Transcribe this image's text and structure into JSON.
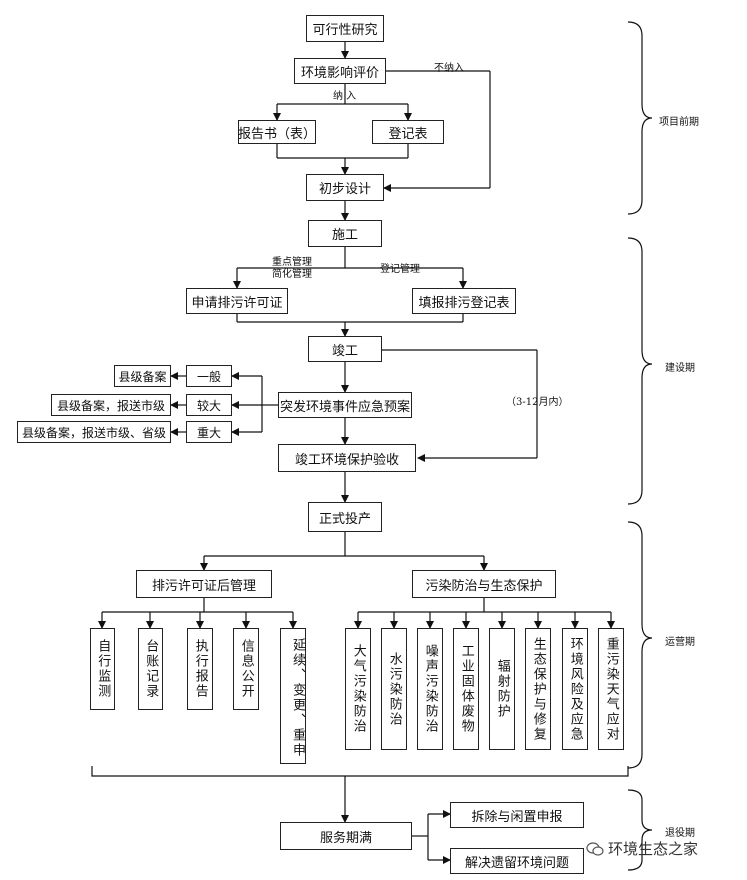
{
  "boxes": {
    "feasibility": "可行性研究",
    "eia": "环境影响评价",
    "report_book": "报告书（表）",
    "registration_form": "登记表",
    "preliminary_design": "初步设计",
    "construction": "施工",
    "apply_permit": "申请排污许可证",
    "fill_registration": "填报排污登记表",
    "completion": "竣工",
    "county_filing": "县级备案",
    "county_city": "县级备案，报送市级",
    "county_city_province": "县级备案，报送市级、省级",
    "general": "一般",
    "larger": "较大",
    "major": "重大",
    "emergency_plan": "突发环境事件应急预案",
    "acceptance": "竣工环境保护验收",
    "production": "正式投产",
    "permit_management": "排污许可证后管理",
    "pollution_control": "污染防治与生态保护",
    "service_expiry": "服务期满",
    "demolition": "拆除与闲置申报",
    "legacy_issues": "解决遗留环境问题"
  },
  "permit_items": [
    "自行监测",
    "台账记录",
    "执行报告",
    "信息公开",
    "延续、变更、重申"
  ],
  "pollution_items": [
    "大气污染防治",
    "水污染防治",
    "噪声污染防治",
    "工业固体废物",
    "辐射防护",
    "生态保护与修复",
    "环境风险及应急",
    "重污染天气应对"
  ],
  "labels": {
    "not_included": "不纳入",
    "included": "纳 入",
    "key_management": "重点管理",
    "simplified_management": "简化管理",
    "registration_management": "登记管理",
    "months": "（3-12月内）"
  },
  "phases": {
    "pre_project": "项目前期",
    "construction": "建设期",
    "operation": "运营期",
    "decommission": "退役期"
  },
  "watermark": "环境生态之家"
}
